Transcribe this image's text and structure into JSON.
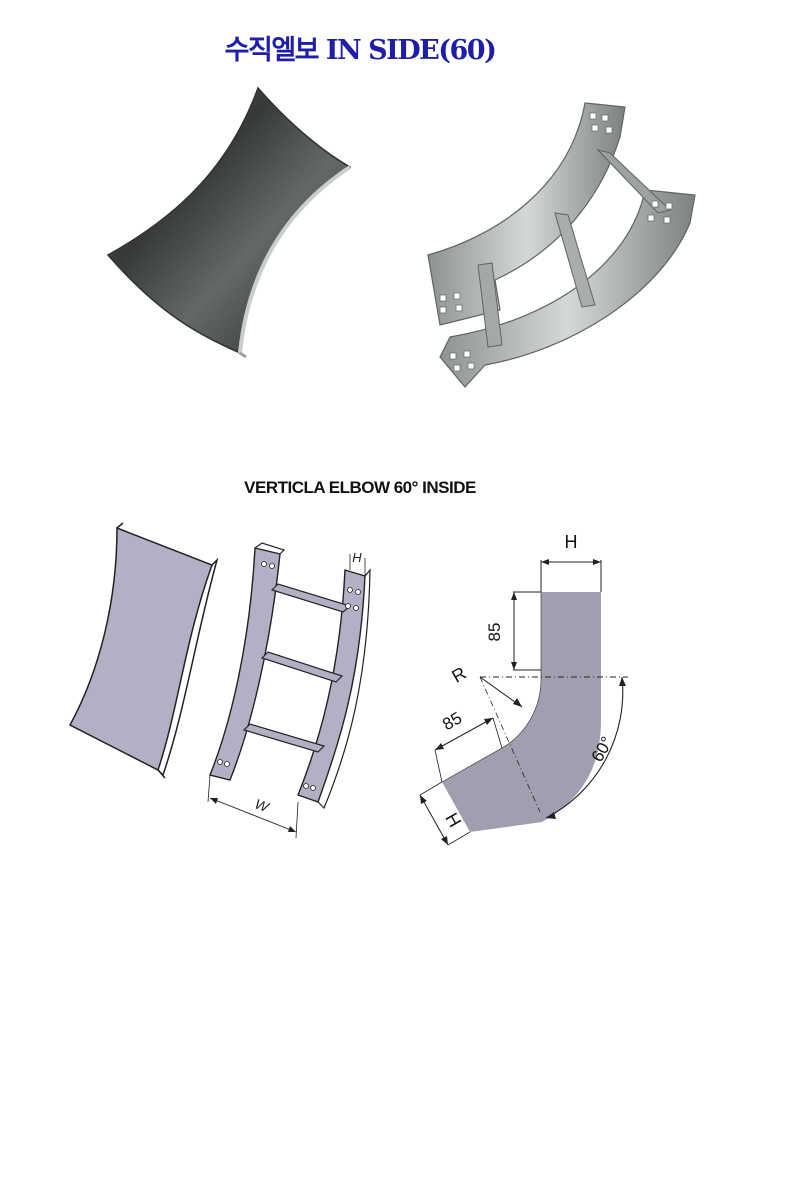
{
  "header": {
    "title": "수직엘보 IN SIDE(60)"
  },
  "section": {
    "heading": "VERTICLA ELBOW 60° INSIDE"
  },
  "ladder_drawing": {
    "height_label": "H",
    "width_label": "W"
  },
  "dimension_drawing": {
    "top_height_label": "H",
    "vertical_length_label": "85",
    "radius_label": "R",
    "diagonal_length_label": "85",
    "bottom_height_label": "H",
    "angle_label": "60°"
  },
  "colors": {
    "title_blue": "#1e1ea8",
    "cover_fill": "#b2b0c4",
    "elbow_fill": "#a29daf",
    "photo_metal_dark": "#3a3d3c",
    "photo_metal_light": "#b8bcbb"
  }
}
